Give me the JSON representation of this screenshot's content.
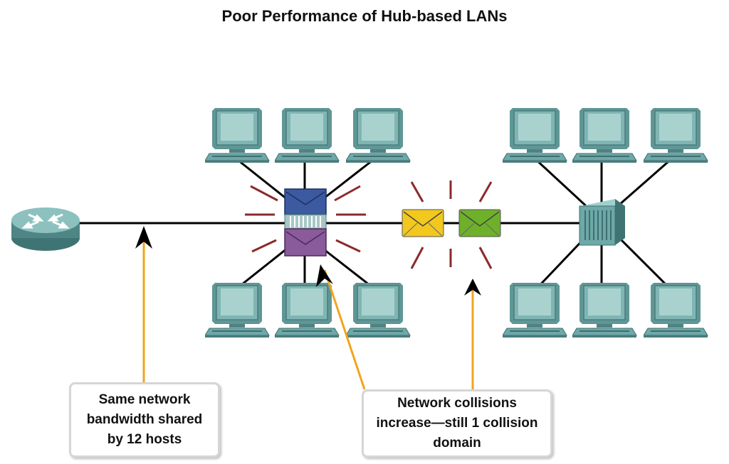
{
  "title": "Poor Performance of Hub-based LANs",
  "callouts": {
    "bandwidth": [
      "Same network",
      "bandwidth shared",
      "by 12 hosts"
    ],
    "collisions": [
      "Network collisions",
      "increase—still 1 collision",
      "domain"
    ]
  },
  "colors": {
    "device_teal": "#6ea8a8",
    "hub_top_blue": "#3b5aa0",
    "hub_bottom_purple": "#8a5a9a",
    "envelope_yellow": "#f2c81e",
    "envelope_green": "#6fb02a",
    "collision_ray": "#8b2a2a",
    "arrow_orange": "#f0a51e",
    "link_line": "#000000"
  },
  "icons": {
    "router": "router-icon",
    "hub": "hub-icon",
    "switch": "switch-icon",
    "host": "workstation-icon",
    "frame": "envelope-icon"
  },
  "hosts_total": 12
}
